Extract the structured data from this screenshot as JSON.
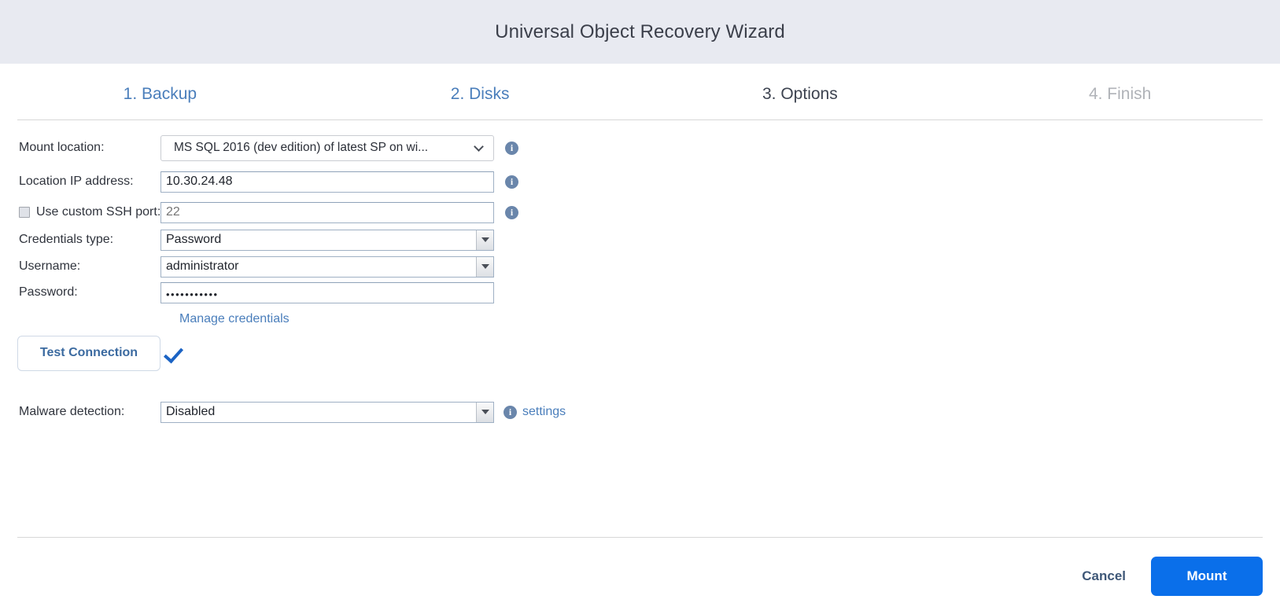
{
  "window": {
    "title": "Universal Object Recovery Wizard"
  },
  "steps": [
    {
      "label": "1. Backup",
      "state": "done"
    },
    {
      "label": "2. Disks",
      "state": "done"
    },
    {
      "label": "3. Options",
      "state": "active"
    },
    {
      "label": "4. Finish",
      "state": "todo"
    }
  ],
  "form": {
    "mount_location": {
      "label": "Mount location:",
      "value": "MS SQL 2016 (dev edition) of latest SP on wi...",
      "info": "i"
    },
    "location_ip": {
      "label": "Location IP address:",
      "value": "10.30.24.48",
      "info": "i"
    },
    "ssh_port": {
      "label": "Use custom SSH port:",
      "checked": false,
      "value": "",
      "placeholder": "22",
      "info": "i"
    },
    "credentials_type": {
      "label": "Credentials type:",
      "value": "Password"
    },
    "username": {
      "label": "Username:",
      "value": "administrator"
    },
    "password": {
      "label": "Password:",
      "value": "•••••••••••"
    },
    "manage_credentials_link": "Manage credentials",
    "test_connection": {
      "label": "Test Connection",
      "status": "success"
    },
    "malware_detection": {
      "label": "Malware detection:",
      "value": "Disabled",
      "info": "i",
      "settings_link": "settings"
    }
  },
  "footer": {
    "cancel_label": "Cancel",
    "primary_label": "Mount"
  },
  "colors": {
    "titlebar_bg": "#e8eaf1",
    "step_done": "#4a7ebb",
    "step_active": "#3d4350",
    "step_todo": "#b0b3b8",
    "link": "#4a7ebb",
    "primary_button": "#0a6fea",
    "info_icon": "#6a86ab",
    "check_ok": "#1b63c4"
  }
}
